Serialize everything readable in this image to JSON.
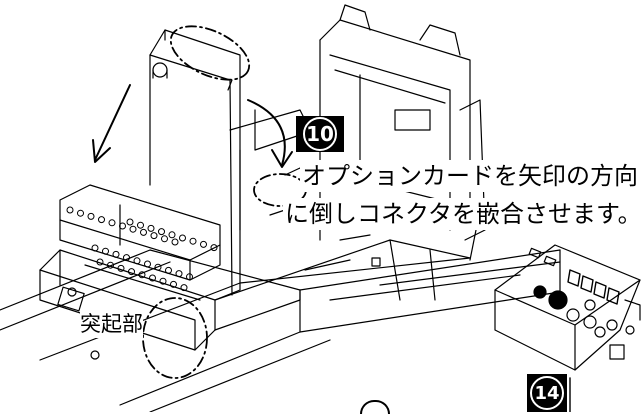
{
  "step_badge_main": "10",
  "instruction": {
    "line1": "オプションカードを矢印の方向",
    "line2": "に倒しコネクタを嵌合させます。"
  },
  "protrusion_label": "突起部",
  "step_badge_bottom": "14",
  "colors": {
    "ink": "#000000",
    "paper": "#ffffff"
  }
}
